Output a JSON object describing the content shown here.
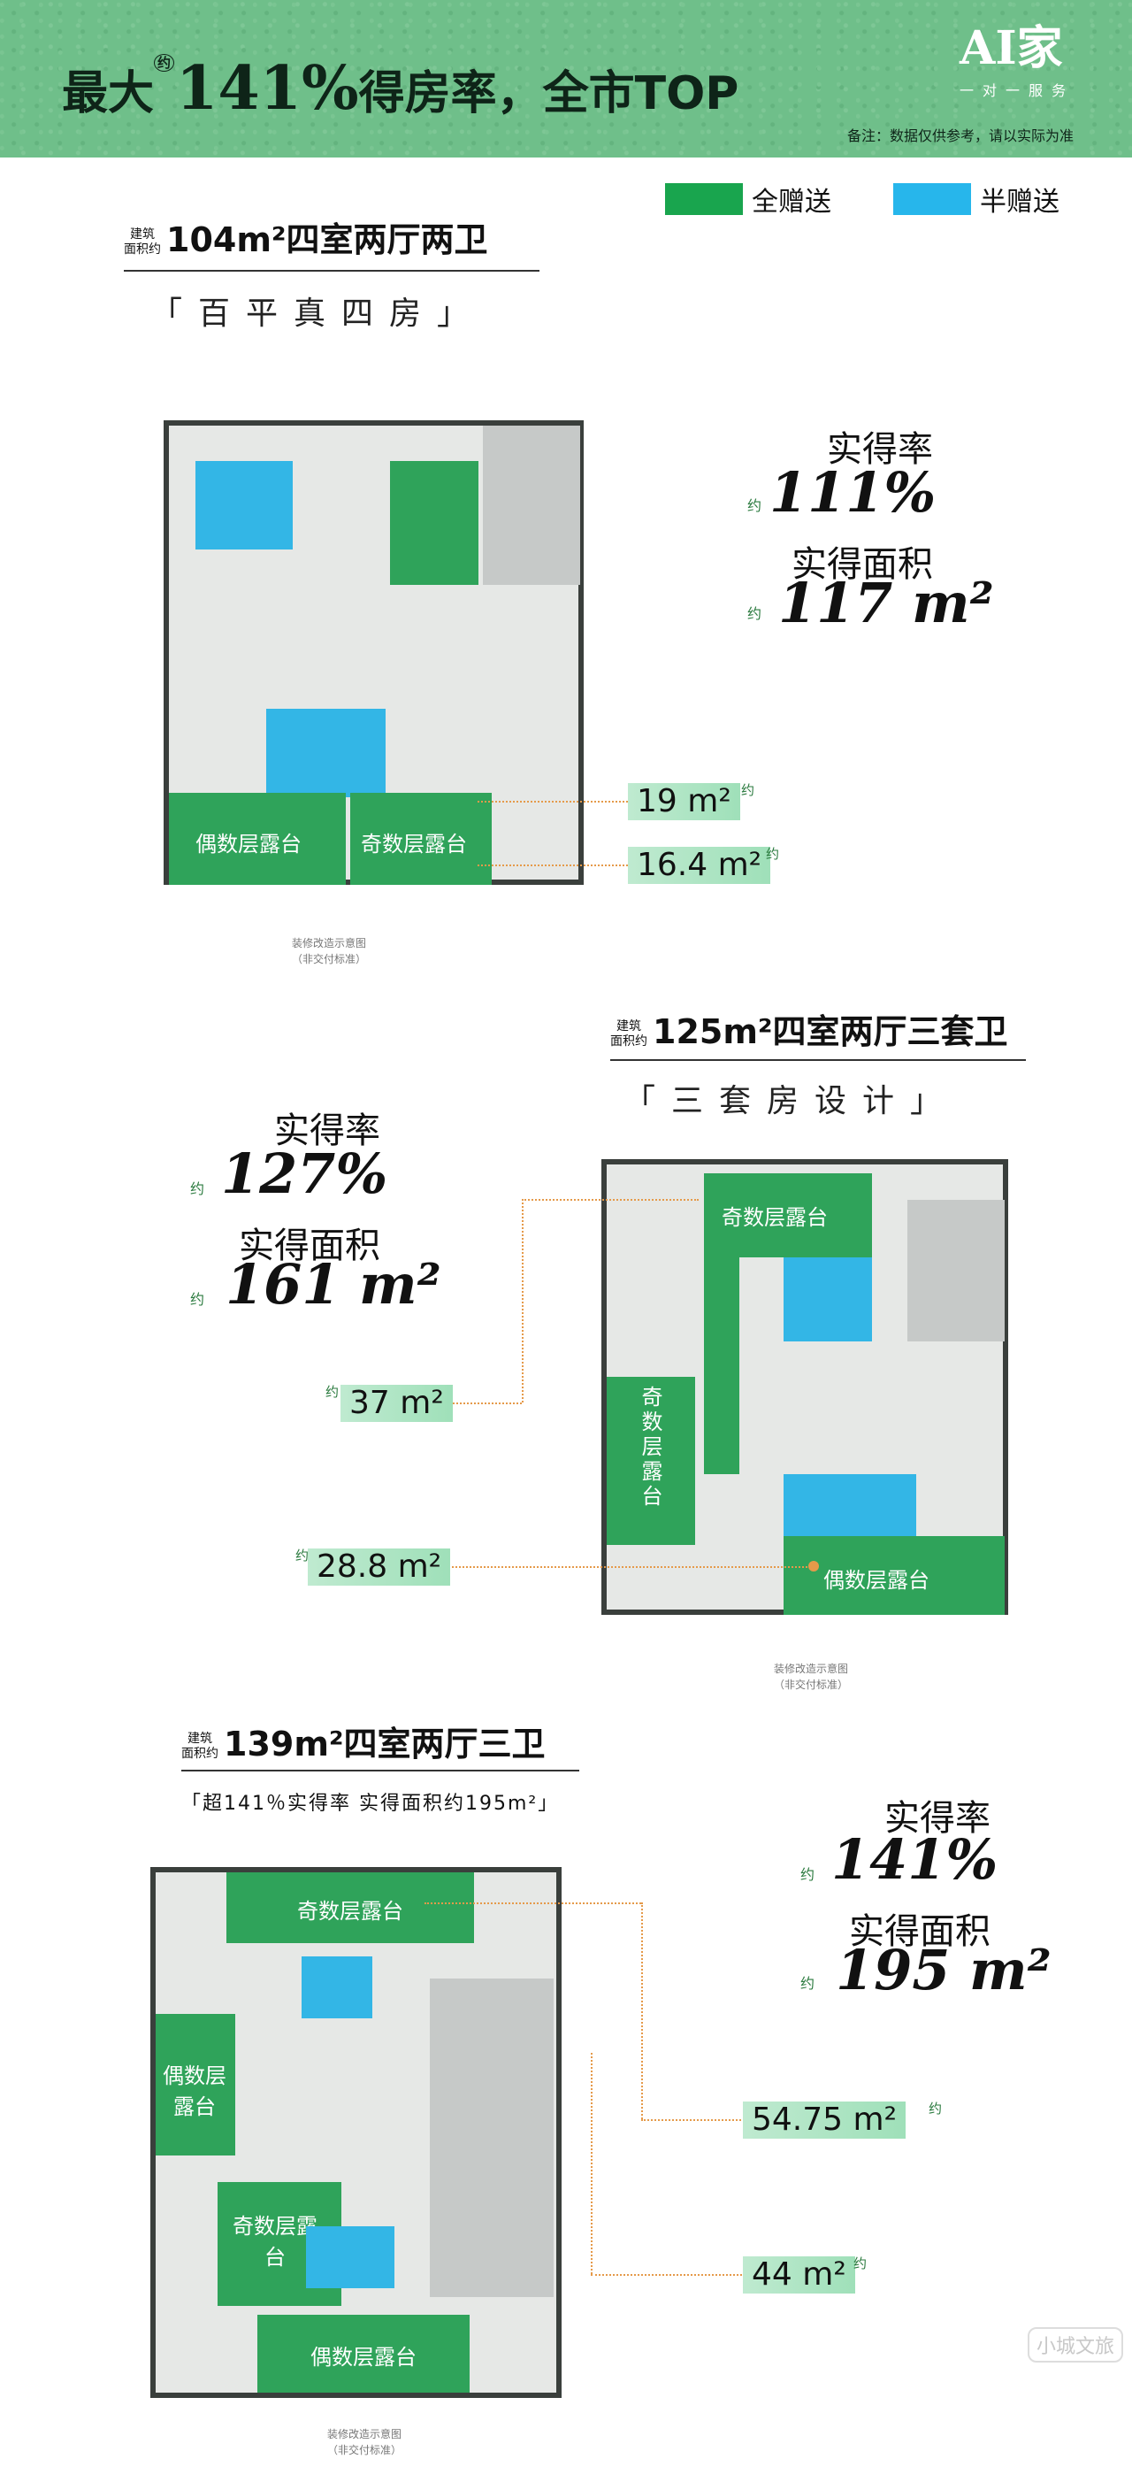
{
  "header": {
    "title_prefix": "最大",
    "yue": "约",
    "title_number": "141%",
    "title_suffix": "得房率，全市TOP",
    "logo_mark": "AI家",
    "logo_sub": "一对一服务",
    "note": "备注：数据仅供参考，请以实际为准"
  },
  "legend": {
    "full_label": "全赠送",
    "full_color": "#19a54e",
    "half_label": "半赠送",
    "half_color": "#27b6eb"
  },
  "plan1": {
    "small": "建筑\n面积约",
    "title": "104m²四室两厅两卫",
    "slogan": "「百平真四房」",
    "rate_label": "实得率",
    "yue": "约",
    "rate_value": "111%",
    "area_label": "实得面积",
    "area_value": "117 m²",
    "terrace_even": "偶数层露台",
    "terrace_odd": "奇数层露台",
    "badge1": "19 m²",
    "badge2": "16.4 m²",
    "caption": "装修改造示意图\n（非交付标准）"
  },
  "plan2": {
    "small": "建筑\n面积约",
    "title": "125m²四室两厅三套卫",
    "slogan": "「三套房设计」",
    "rate_label": "实得率",
    "yue": "约",
    "rate_value": "127%",
    "area_label": "实得面积",
    "area_value": "161 m²",
    "terrace_odd_top": "奇数层露台",
    "terrace_odd_side": "奇数层露台",
    "terrace_even": "偶数层露台",
    "badge1": "37 m²",
    "badge2": "28.8 m²",
    "caption": "装修改造示意图\n（非交付标准）"
  },
  "plan3": {
    "small": "建筑\n面积约",
    "title": "139m²四室两厅三卫",
    "slogan": "「超141％实得率  实得面积约195m²」",
    "rate_label": "实得率",
    "yue": "约",
    "rate_value": "141%",
    "area_label": "实得面积",
    "area_value": "195 m²",
    "terrace_odd_top": "奇数层露台",
    "terrace_even_side": "偶数层露台",
    "terrace_odd_left": "奇数层露台",
    "terrace_even_bottom": "偶数层露台",
    "badge1": "54.75 m²",
    "badge2": "44 m²",
    "caption": "装修改造示意图\n（非交付标准）"
  },
  "watermark": "小城文旅"
}
